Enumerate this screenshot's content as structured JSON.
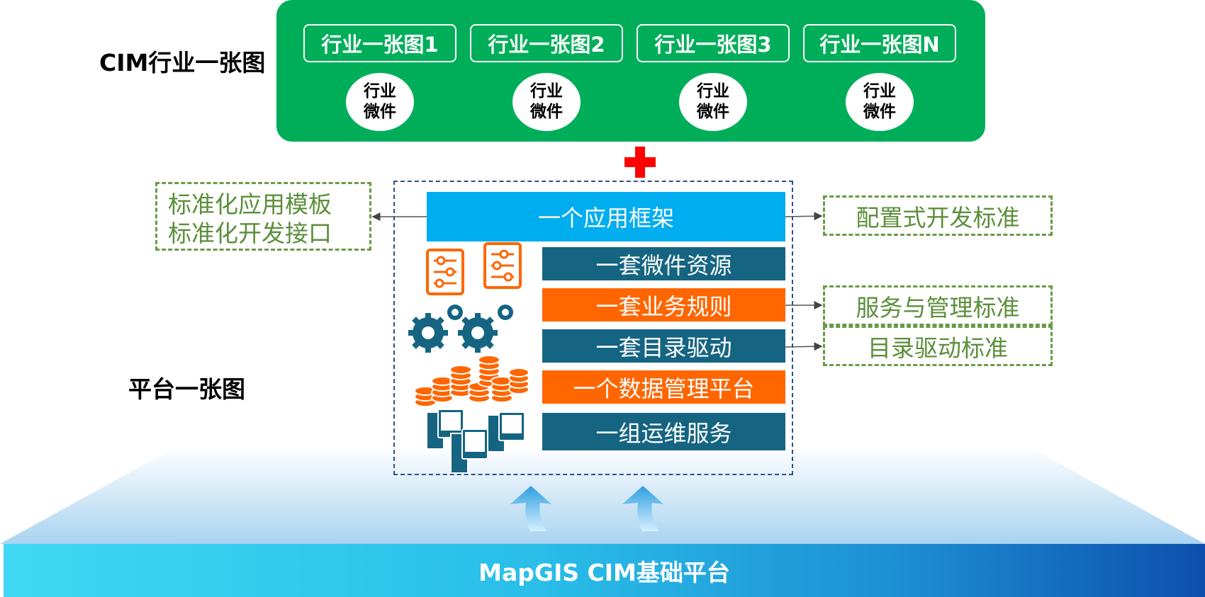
{
  "labels": {
    "industry_map": "CIM行业一张图",
    "platform_map": "平台一张图"
  },
  "industry_maps": [
    {
      "title": "行业一张图1",
      "widget_line1": "行业",
      "widget_line2": "微件"
    },
    {
      "title": "行业一张图2",
      "widget_line1": "行业",
      "widget_line2": "微件"
    },
    {
      "title": "行业一张图3",
      "widget_line1": "行业",
      "widget_line2": "微件"
    },
    {
      "title": "行业一张图N",
      "widget_line1": "行业",
      "widget_line2": "微件"
    }
  ],
  "framework": "一个应用框架",
  "layers": {
    "widgets": "一套微件资源",
    "rules": "一套业务规则",
    "catalog": "一套目录驱动",
    "data_platform": "一个数据管理平台",
    "ops": "一组运维服务"
  },
  "standards": {
    "left_line1": "标准化应用模板",
    "left_line2": "标准化开发接口",
    "config": "配置式开发标准",
    "service": "服务与管理标准",
    "catalog": "目录驱动标准"
  },
  "base": "MapGIS CIM基础平台",
  "colors": {
    "green": "#00ae5a",
    "framework_blue": "#00adef",
    "teal": "#156482",
    "orange": "#ff6600",
    "standard_green": "#6a9a47",
    "plus_red": "#ff0000"
  },
  "icons": [
    "settings-panel-icon",
    "gears-icon",
    "coin-stacks-icon",
    "server-icon",
    "up-arrow-icon",
    "plus-icon"
  ]
}
